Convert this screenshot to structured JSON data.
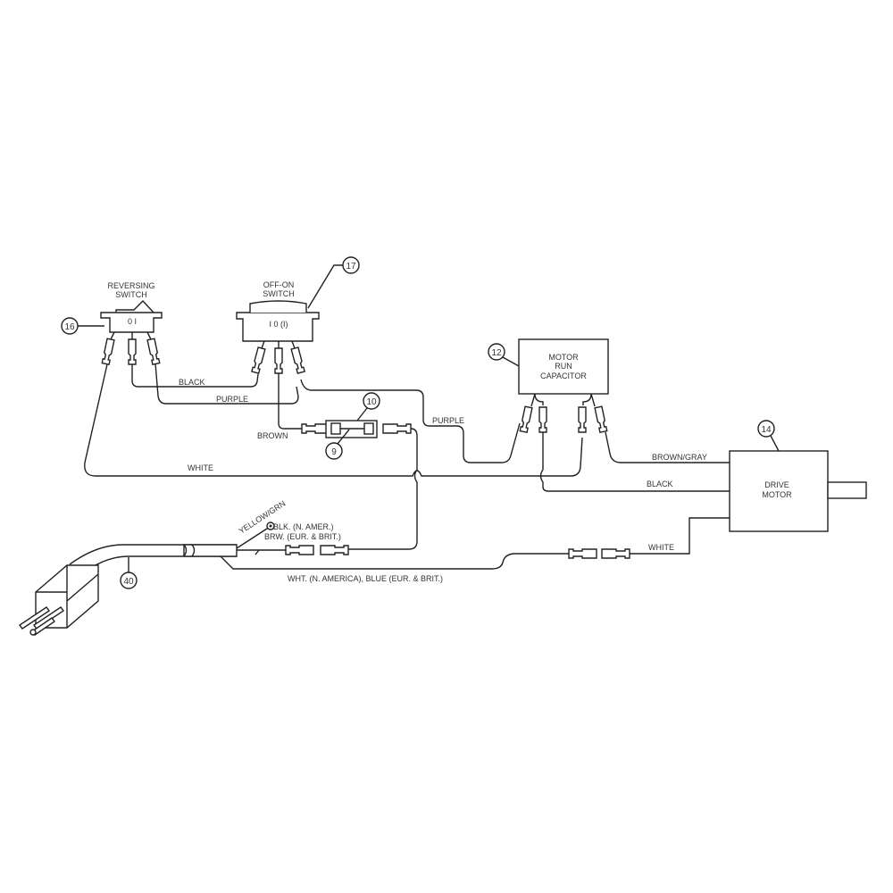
{
  "components": {
    "reversing_switch": {
      "label_line1": "REVERSING",
      "label_line2": "SWITCH",
      "positions": "0   I",
      "callout": "16"
    },
    "off_on_switch": {
      "label_line1": "OFF-ON",
      "label_line2": "SWITCH",
      "positions": "I   0  (I)",
      "callout": "17"
    },
    "fuse_holder": {
      "callout": "10"
    },
    "fuse": {
      "callout": "9"
    },
    "capacitor": {
      "label_line1": "MOTOR",
      "label_line2": "RUN",
      "label_line3": "CAPACITOR",
      "callout": "12"
    },
    "drive_motor": {
      "label_line1": "DRIVE",
      "label_line2": "MOTOR",
      "callout": "14"
    },
    "power_cord": {
      "callout": "40"
    }
  },
  "wires": {
    "black_switch": "BLACK",
    "purple_switch": "PURPLE",
    "brown": "BROWN",
    "purple_cap": "PURPLE",
    "white_rev": "WHITE",
    "brown_gray": "BROWN/GRAY",
    "black_motor": "BLACK",
    "white_motor": "WHITE",
    "ground": "YELLOW/GRN",
    "hot_line1": "BLK. (N. AMER.)",
    "hot_line2": "BRW. (EUR. & BRIT.)",
    "neutral": "WHT. (N. AMERICA), BLUE (EUR. & BRIT.)"
  }
}
